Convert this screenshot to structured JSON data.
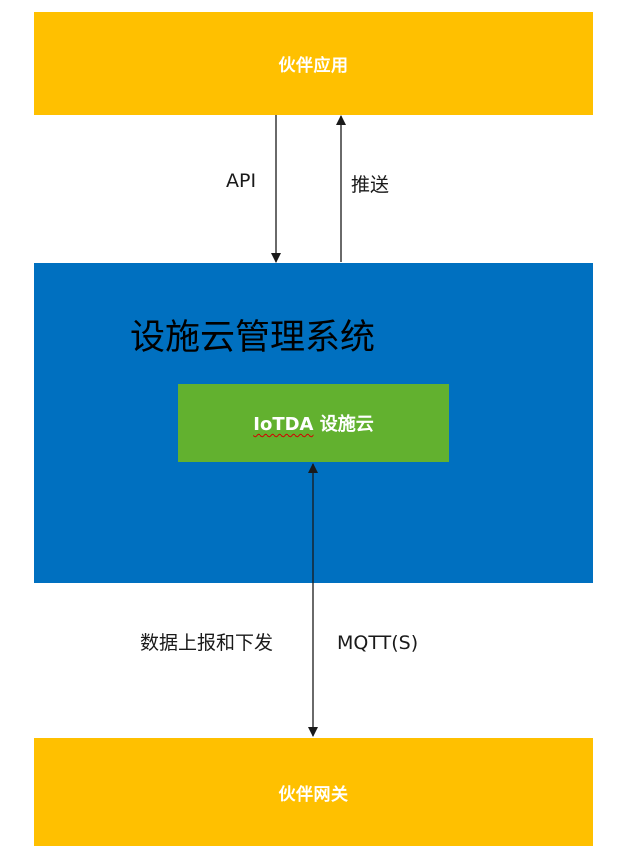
{
  "nodes": {
    "partner_app": {
      "label": "伙伴应用"
    },
    "mgmt_system": {
      "label": "设施云管理系统"
    },
    "iotda": {
      "label_prefix": "IoTDA",
      "label_suffix": " 设施云"
    },
    "partner_gateway": {
      "label": "伙伴网关"
    }
  },
  "edges": {
    "api": {
      "label": "API"
    },
    "push": {
      "label": "推送"
    },
    "data": {
      "label": "数据上报和下发"
    },
    "mqtt": {
      "label": "MQTT(S)"
    }
  },
  "colors": {
    "yellow": "#FFC000",
    "blue": "#0070C0",
    "green": "#62B12F",
    "arrow": "#1a1a1a"
  }
}
